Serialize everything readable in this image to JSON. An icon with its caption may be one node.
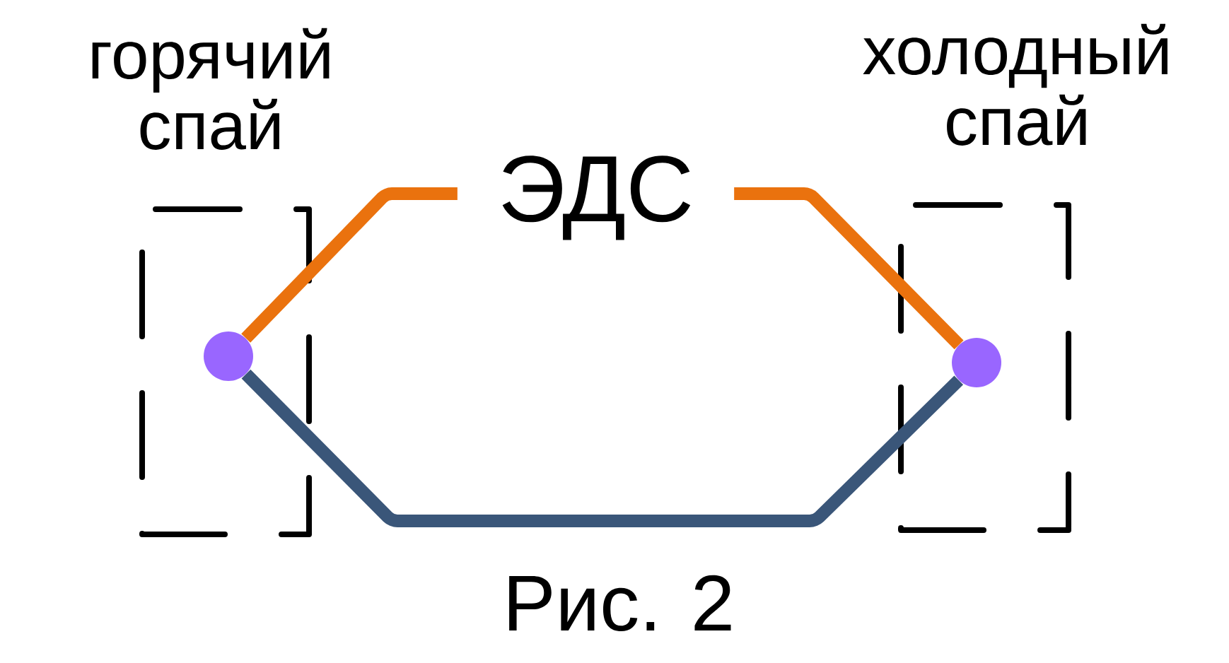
{
  "diagram": {
    "caption": "Рис. 2",
    "nodes": [
      {
        "text": [
          "горячий спай"
        ]
      },
      {
        "text": [],
        "shape": "circle",
        "in": 0
      },
      {
        "text": [
          "холодный спай"
        ]
      },
      {
        "text": [],
        "shape": "circle",
        "in": 2
      }
    ],
    "edges": [
      {
        "from": 1,
        "to": 3,
        "arrow": "none",
        "label": "ЭДС"
      },
      {
        "from": 1,
        "to": 3,
        "arrow": "none",
        "color": "#3a5679"
      }
    ]
  }
}
